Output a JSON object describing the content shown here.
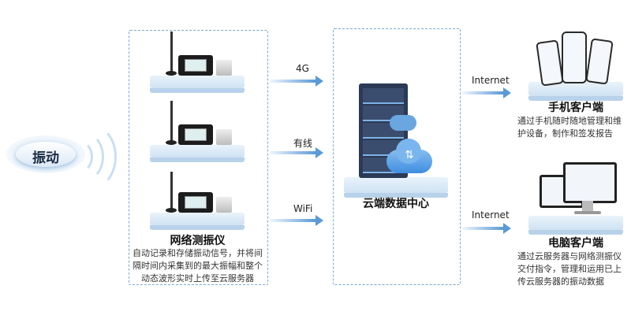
{
  "source": {
    "label": "振动"
  },
  "device_group": {
    "title": "网络测振仪",
    "description_lines": [
      "自动记录和存储振动信号，并将间",
      "隔时间内采集到的最大振幅和整个",
      "动态波形实时上传至云服务器"
    ]
  },
  "links": [
    {
      "label": "4G"
    },
    {
      "label": "有线"
    },
    {
      "label": "WiFi"
    }
  ],
  "cloud": {
    "title": "云端数据中心"
  },
  "outputs": [
    {
      "link_label": "Internet",
      "title": "手机客户端",
      "description_lines": [
        "通过手机随时随地管理和维",
        "护设备，制作和签发报告"
      ]
    },
    {
      "link_label": "Internet",
      "title": "电脑客户端",
      "description_lines": [
        "通过云服务器与网络测振仪",
        "交付指令，管理和运用已上",
        "传云服务器的振动数据"
      ]
    }
  ],
  "colors": {
    "accent": "#5a9ad6",
    "dash": "#7aa7d6",
    "server": "#2b3a55"
  }
}
